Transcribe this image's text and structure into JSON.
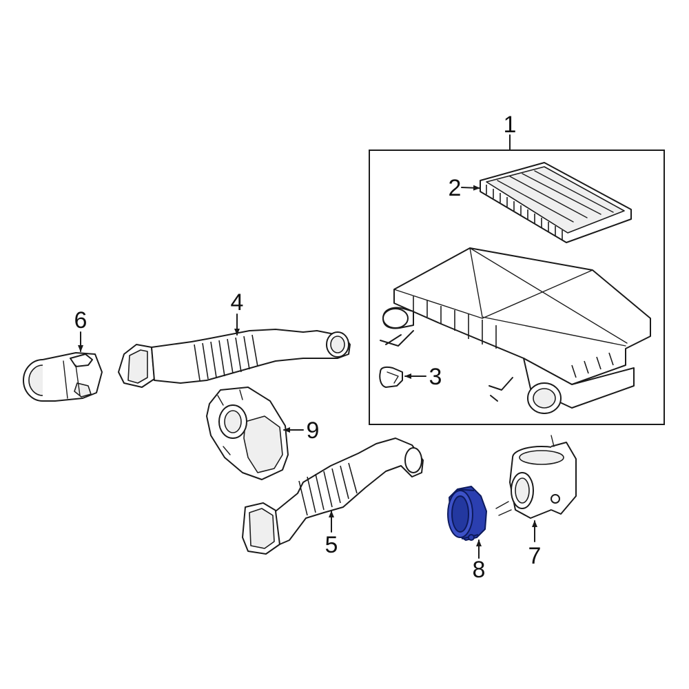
{
  "diagram": {
    "highlight_color": "#2b3fb0",
    "line_color": "#1a1a1a",
    "callouts": [
      {
        "id": "c1",
        "label": "1"
      },
      {
        "id": "c2",
        "label": "2"
      },
      {
        "id": "c3",
        "label": "3"
      },
      {
        "id": "c4",
        "label": "4"
      },
      {
        "id": "c5",
        "label": "5"
      },
      {
        "id": "c6",
        "label": "6"
      },
      {
        "id": "c7",
        "label": "7"
      },
      {
        "id": "c8",
        "label": "8"
      },
      {
        "id": "c9",
        "label": "9"
      }
    ]
  }
}
